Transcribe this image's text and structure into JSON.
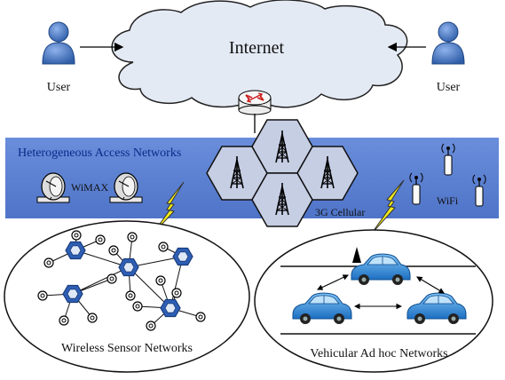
{
  "cloud": {
    "label": "Internet"
  },
  "users": {
    "left_label": "User",
    "right_label": "User"
  },
  "band": {
    "title": "Heterogeneous Access Networks"
  },
  "technologies": {
    "wimax": "WiMAX",
    "cellular": "3G Cellular",
    "wifi": "WiFi"
  },
  "networks": {
    "sensor": "Wireless Sensor Networks",
    "vehicular": "Vehicular Ad hoc Networks"
  },
  "colors": {
    "band_fill": "#5b7fd0",
    "band_text": "#0c2a8a",
    "hex_fill": "#c6cee4",
    "cloud_fill": "#e4eaf4",
    "sensor_node": "#2e5fb4",
    "car_body": "#2e8ad8",
    "user_body": "#3f6ec0",
    "lightning": "#f2ea1a"
  },
  "icons": {
    "router": "router-icon",
    "user": "user-icon",
    "tower": "cell-tower-icon",
    "wifi_ap": "wifi-access-point-icon",
    "wimax_dish": "wimax-dish-icon",
    "car": "car-icon",
    "sensor": "sensor-node-icon",
    "lightning": "lightning-icon"
  }
}
